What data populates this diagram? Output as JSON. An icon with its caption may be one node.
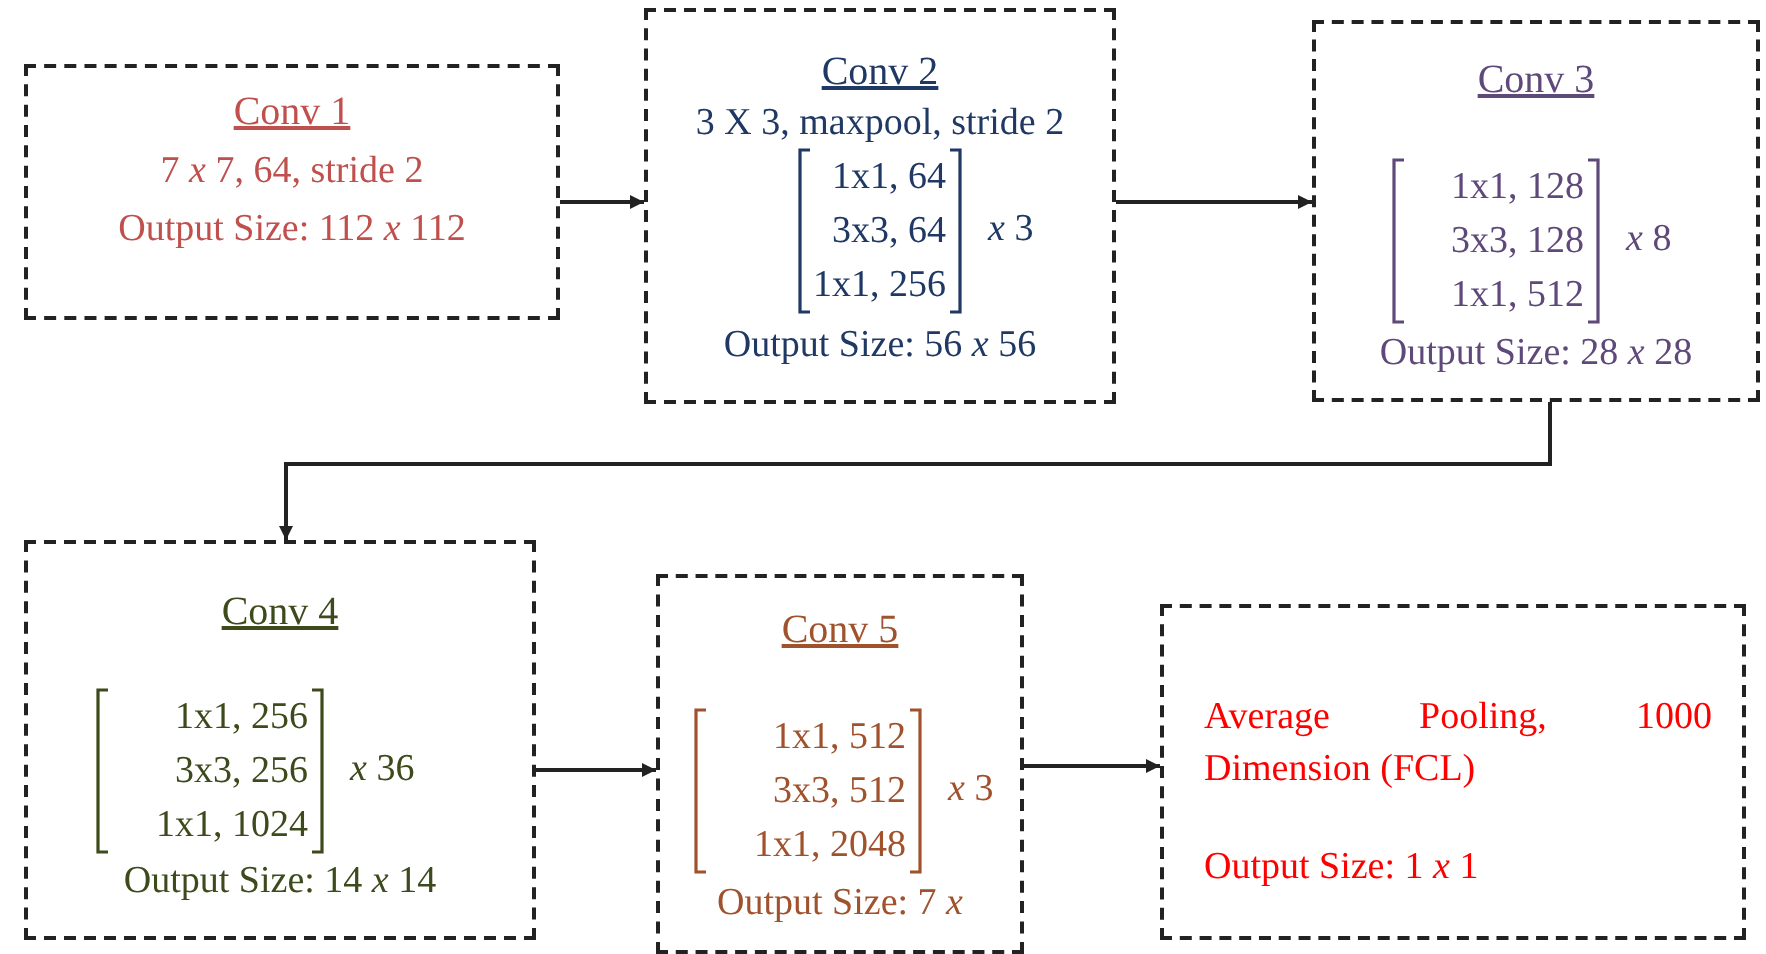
{
  "diagram": {
    "nodes": [
      {
        "text": [
          "Conv 1",
          "7 *x* 7, 64, stride 2",
          "Output Size: 112 *x* 112"
        ]
      },
      {
        "text": [
          "Conv 2",
          "3 X 3, maxpool, stride 2",
          "1x1, 64",
          "3x3, 64",
          "1x1, 256",
          "*x* 3",
          "Output Size: 56 *x* 56"
        ]
      },
      {
        "text": [
          "Conv 3",
          "1x1, 128",
          "3x3, 128",
          "1x1, 512",
          "*x* 8",
          "Output Size: 28 *x* 28"
        ]
      },
      {
        "text": [
          "Conv 4",
          "1x1, 256",
          "3x3, 256",
          "1x1, 1024",
          "*x* 36",
          "Output Size: 14 *x* 14"
        ]
      },
      {
        "text": [
          "Conv 5",
          "1x1, 512",
          "3x3, 512",
          "1x1, 2048",
          "*x* 3",
          "Output Size: 7 *x*"
        ]
      },
      {
        "text": [
          "Average Pooling, 1000 Dimension (FCL)",
          "Output Size: 1 *x* 1"
        ]
      }
    ],
    "edges": [
      {
        "from": 0,
        "to": 1,
        "arrow": "to"
      },
      {
        "from": 1,
        "to": 2,
        "arrow": "to"
      },
      {
        "from": 2,
        "to": 3,
        "arrow": "to"
      },
      {
        "from": 3,
        "to": 4,
        "arrow": "to"
      },
      {
        "from": 4,
        "to": 5,
        "arrow": "to"
      }
    ]
  }
}
